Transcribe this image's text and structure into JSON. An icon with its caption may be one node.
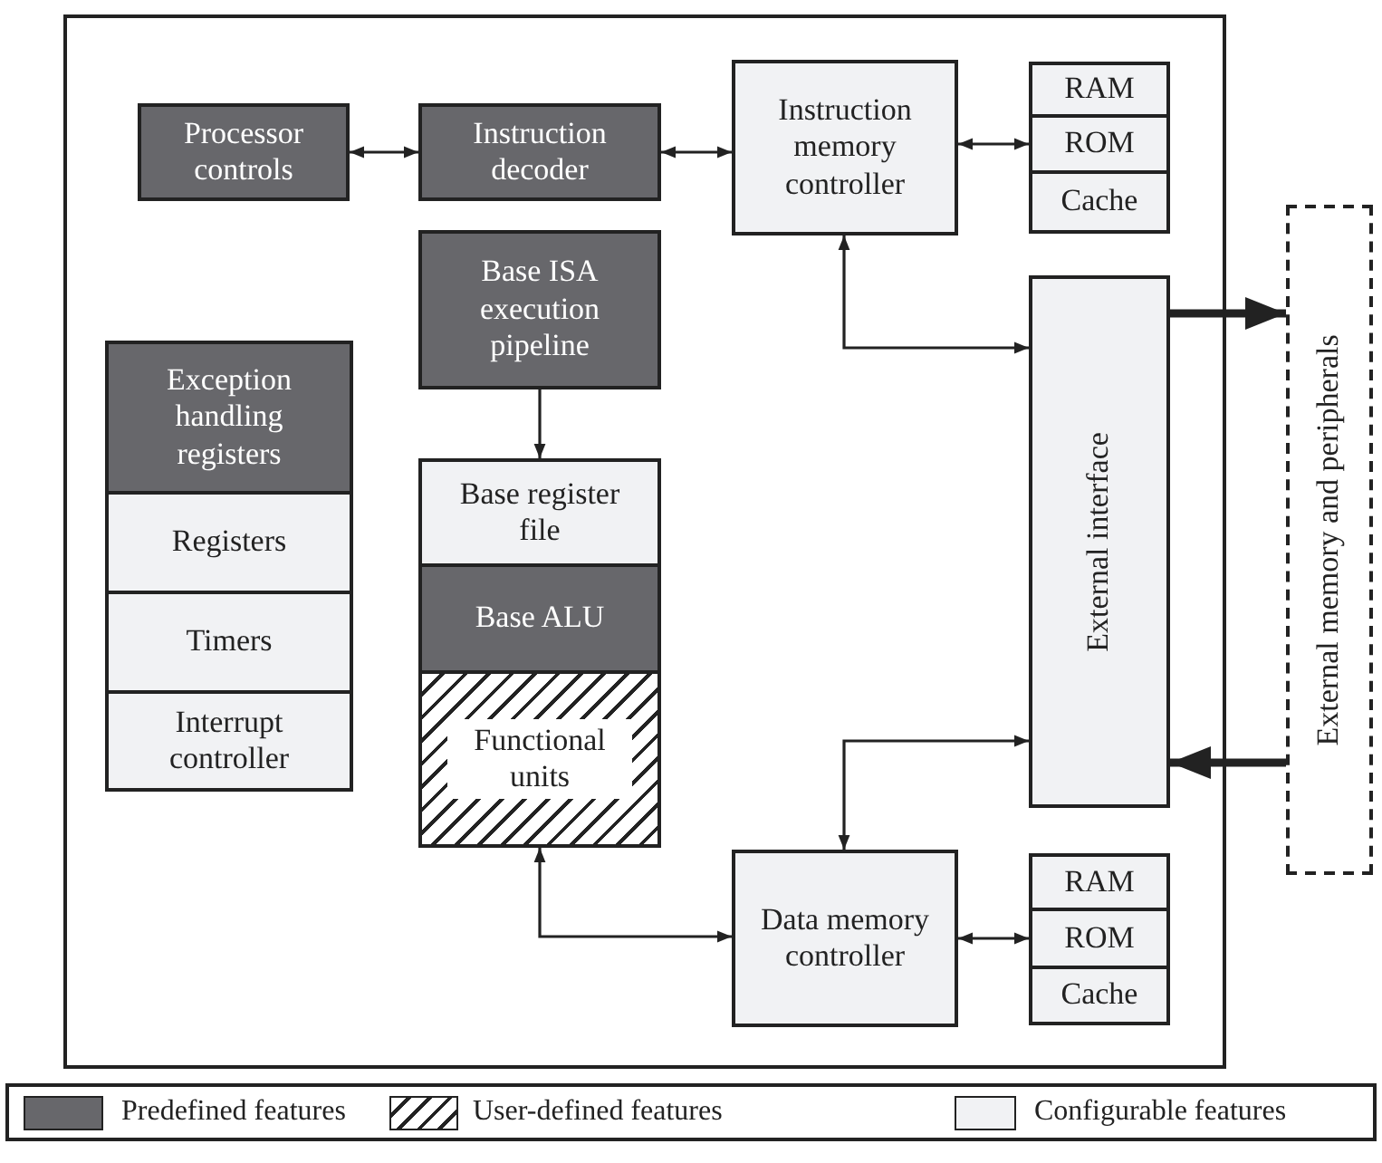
{
  "diagram": {
    "nodes": [
      {
        "text": [],
        "shape": "box"
      },
      {
        "text": [
          "Processor controls"
        ],
        "in": 0
      },
      {
        "text": [
          "Instruction decoder"
        ],
        "in": 0
      },
      {
        "text": [
          "Instruction memory controller"
        ],
        "in": 0
      },
      {
        "text": [
          "RAM"
        ],
        "in": 0
      },
      {
        "text": [
          "ROM"
        ],
        "in": 0
      },
      {
        "text": [
          "Cache"
        ],
        "in": 0
      },
      {
        "text": [
          "Base ISA execution pipeline"
        ],
        "in": 0
      },
      {
        "text": [
          "Exception handling registers"
        ],
        "in": 0
      },
      {
        "text": [
          "Registers"
        ],
        "in": 0
      },
      {
        "text": [
          "Timers"
        ],
        "in": 0
      },
      {
        "text": [
          "Interrupt controller"
        ],
        "in": 0
      },
      {
        "text": [
          "Base register file"
        ],
        "in": 0
      },
      {
        "text": [
          "Base ALU"
        ],
        "in": 0
      },
      {
        "text": [
          "Functional units"
        ],
        "in": 0
      },
      {
        "text": [
          "External interface"
        ],
        "in": 0
      },
      {
        "text": [
          "Data memory controller"
        ],
        "in": 0
      },
      {
        "text": [
          "RAM"
        ],
        "in": 0
      },
      {
        "text": [
          "ROM"
        ],
        "in": 0
      },
      {
        "text": [
          "Cache"
        ],
        "in": 0
      },
      {
        "text": [
          "External memory and peripherals"
        ]
      }
    ],
    "edges": [
      {
        "from": 1,
        "to": 2,
        "arrow": "both"
      },
      {
        "from": 2,
        "to": 3,
        "arrow": "both"
      },
      {
        "from": 3,
        "to": 5,
        "arrow": "both"
      },
      {
        "from": 7,
        "to": 12,
        "arrow": "to"
      },
      {
        "from": 3,
        "to": 15,
        "arrow": "both"
      },
      {
        "from": 15,
        "to": 20,
        "arrow": "to",
        "style": "thick"
      },
      {
        "from": 20,
        "to": 15,
        "arrow": "to",
        "style": "thick"
      },
      {
        "from": 16,
        "to": 15,
        "arrow": "both"
      },
      {
        "from": 14,
        "to": 16,
        "arrow": "both"
      },
      {
        "from": 16,
        "to": 18,
        "arrow": "both"
      }
    ],
    "legend": [
      {
        "text": "Predefined features",
        "color": "#67676b"
      },
      {
        "text": "User-defined features"
      },
      {
        "text": "Configurable features",
        "color": "#f1f2f4"
      }
    ]
  }
}
